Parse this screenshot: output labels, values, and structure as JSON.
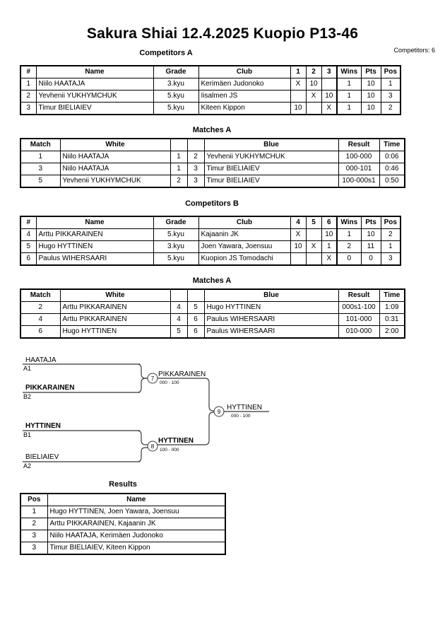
{
  "header": {
    "title": "Sakura Shiai  12.4.2025  Kuopio   P13-46",
    "competitors_label": "Competitors: 6"
  },
  "sections": {
    "competitors_a_caption": "Competitors A",
    "matches_a_caption": "Matches A",
    "competitors_b_caption": "Competitors B",
    "matches_b_caption": "Matches A",
    "results_caption": "Results"
  },
  "competitors_a": {
    "columns": [
      "#",
      "Name",
      "Grade",
      "Club",
      "1",
      "2",
      "3",
      "Wins",
      "Pts",
      "Pos"
    ],
    "rows": [
      {
        "num": "1",
        "name": "Niilo HAATAJA",
        "grade": "3.kyu",
        "club": "Kerimäen Judonoko",
        "m1": "X",
        "m2": "10",
        "m3": "",
        "wins": "1",
        "pts": "10",
        "pos": "1"
      },
      {
        "num": "2",
        "name": "Yevhenii YUKHYMCHUK",
        "grade": "5.kyu",
        "club": "Iisalmen JS",
        "m1": "",
        "m2": "X",
        "m3": "10",
        "wins": "1",
        "pts": "10",
        "pos": "3"
      },
      {
        "num": "3",
        "name": "Timur BIELIAIEV",
        "grade": "5.kyu",
        "club": "Kiteen Kippon",
        "m1": "10",
        "m2": "",
        "m3": "X",
        "wins": "1",
        "pts": "10",
        "pos": "2"
      }
    ]
  },
  "matches_a": {
    "columns": [
      "Match",
      "White",
      "",
      "",
      "Blue",
      "Result",
      "Time"
    ],
    "rows": [
      {
        "match": "1",
        "white": "Niilo HAATAJA",
        "white_bold": true,
        "wnum": "1",
        "bnum": "2",
        "blue": "Yevhenii YUKHYMCHUK",
        "blue_bold": false,
        "result": "100-000",
        "time": "0:06"
      },
      {
        "match": "3",
        "white": "Niilo HAATAJA",
        "white_bold": false,
        "wnum": "1",
        "bnum": "3",
        "blue": "Timur BIELIAIEV",
        "blue_bold": true,
        "result": "000-101",
        "time": "0:46"
      },
      {
        "match": "5",
        "white": "Yevhenii YUKHYMCHUK",
        "white_bold": true,
        "wnum": "2",
        "bnum": "3",
        "blue": "Timur BIELIAIEV",
        "blue_bold": false,
        "result": "100-000s1",
        "time": "0:50"
      }
    ]
  },
  "competitors_b": {
    "columns": [
      "#",
      "Name",
      "Grade",
      "Club",
      "4",
      "5",
      "6",
      "Wins",
      "Pts",
      "Pos"
    ],
    "rows": [
      {
        "num": "4",
        "name": "Arttu PIKKARAINEN",
        "grade": "5.kyu",
        "club": "Kajaanin JK",
        "m1": "X",
        "m2": "",
        "m3": "10",
        "wins": "1",
        "pts": "10",
        "pos": "2"
      },
      {
        "num": "5",
        "name": "Hugo HYTTINEN",
        "grade": "3.kyu",
        "club": "Joen Yawara, Joensuu",
        "m1": "10",
        "m2": "X",
        "m3": "1",
        "wins": "2",
        "pts": "11",
        "pos": "1"
      },
      {
        "num": "6",
        "name": "Paulus WIHERSAARI",
        "grade": "5.kyu",
        "club": "Kuopion JS Tomodachi",
        "m1": "",
        "m2": "",
        "m3": "X",
        "wins": "0",
        "pts": "0",
        "pos": "3"
      }
    ]
  },
  "matches_b": {
    "columns": [
      "Match",
      "White",
      "",
      "",
      "Blue",
      "Result",
      "Time"
    ],
    "rows": [
      {
        "match": "2",
        "white": "Arttu PIKKARAINEN",
        "white_bold": false,
        "wnum": "4",
        "bnum": "5",
        "blue": "Hugo HYTTINEN",
        "blue_bold": true,
        "result": "000s1-100",
        "time": "1:09"
      },
      {
        "match": "4",
        "white": "Arttu PIKKARAINEN",
        "white_bold": true,
        "wnum": "4",
        "bnum": "6",
        "blue": "Paulus WIHERSAARI",
        "blue_bold": false,
        "result": "101-000",
        "time": "0:31"
      },
      {
        "match": "6",
        "white": "Hugo HYTTINEN",
        "white_bold": true,
        "wnum": "5",
        "bnum": "6",
        "blue": "Paulus WIHERSAARI",
        "blue_bold": false,
        "result": "010-000",
        "time": "2:00"
      }
    ]
  },
  "bracket": {
    "entrants": [
      {
        "name": "HAATAJA",
        "seed": "A1",
        "bold": false
      },
      {
        "name": "PIKKARAINEN",
        "seed": "B2",
        "bold": true
      },
      {
        "name": "HYTTINEN",
        "seed": "B1",
        "bold": true
      },
      {
        "name": "BIELIAIEV",
        "seed": "A2",
        "bold": false
      }
    ],
    "nodes": [
      {
        "number": "7",
        "winner": "PIKKARAINEN",
        "score": "000 - 100",
        "bold": false
      },
      {
        "number": "8",
        "winner": "HYTTINEN",
        "score": "100 - 000",
        "bold": true
      },
      {
        "number": "9",
        "winner": "HYTTINEN",
        "score": "000 - 100",
        "bold": false
      }
    ]
  },
  "results": {
    "columns": [
      "Pos",
      "Name"
    ],
    "rows": [
      {
        "pos": "1",
        "name": "Hugo HYTTINEN, Joen Yawara, Joensuu"
      },
      {
        "pos": "2",
        "name": "Arttu PIKKARAINEN, Kajaanin JK"
      },
      {
        "pos": "3",
        "name": "Niilo HAATAJA, Kerimäen Judonoko"
      },
      {
        "pos": "3",
        "name": "Timur BIELIAIEV, Kiteen Kippon"
      }
    ]
  }
}
